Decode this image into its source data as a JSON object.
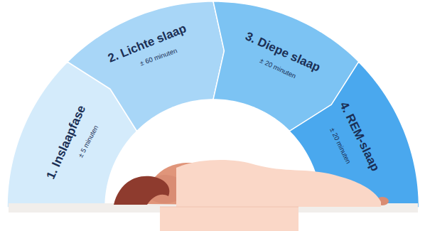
{
  "diagram": {
    "nodes": [
      {
        "text": [
          "1. Inslaapfase",
          "± 5 minuten"
        ]
      },
      {
        "text": [
          "2. Lichte slaap",
          "± 60 minuten"
        ]
      },
      {
        "text": [
          "3. Diepe slaap",
          "± 20 minuten"
        ]
      },
      {
        "text": [
          "4. REM-slaap",
          "± 20 minuten"
        ]
      }
    ]
  }
}
